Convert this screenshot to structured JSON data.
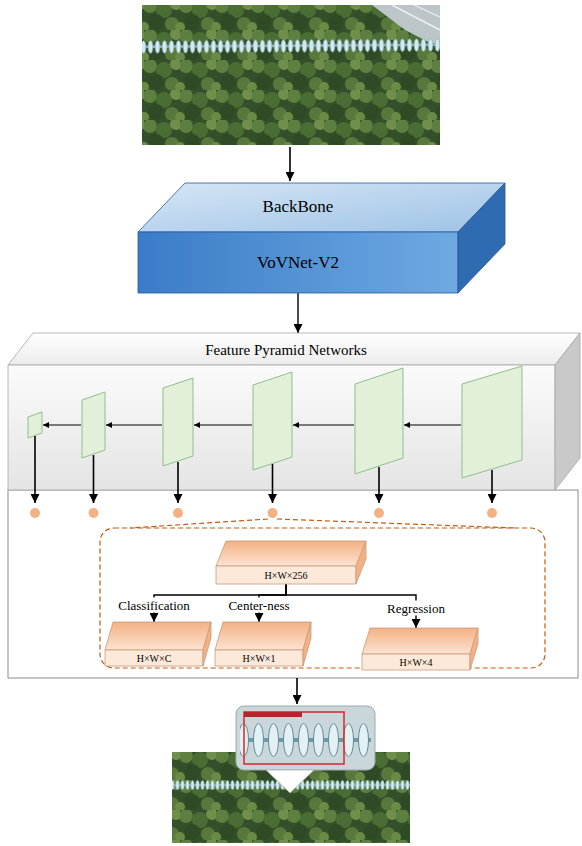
{
  "diagram": {
    "nodes": [
      {
        "text": [
          "BackBone",
          "VoVNet-V2"
        ]
      },
      {
        "text": [
          "Feature Pyramid Networks"
        ]
      },
      {
        "text": [
          "H×W×256"
        ]
      },
      {
        "text": [
          "H×W×C"
        ]
      },
      {
        "text": [
          "H×W×1"
        ]
      },
      {
        "text": [
          "H×W×4"
        ]
      }
    ],
    "edges": [
      {
        "from": 0,
        "to": 1,
        "arrow": "to"
      },
      {
        "from": 2,
        "to": 3,
        "label": "Classification",
        "arrow": "to"
      },
      {
        "from": 2,
        "to": 4,
        "label": "Center-ness",
        "arrow": "to"
      },
      {
        "from": 2,
        "to": 5,
        "label": "Regression",
        "arrow": "to"
      }
    ]
  }
}
